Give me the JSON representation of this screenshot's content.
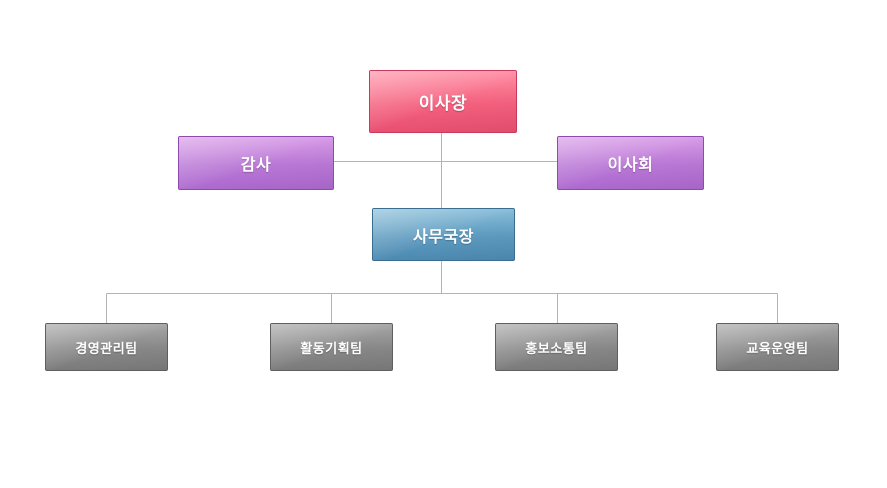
{
  "org_chart": {
    "chairman": "이사장",
    "auditor": "감사",
    "board": "이사회",
    "secretary_general": "사무국장",
    "teams": [
      "경영관리팀",
      "활동기획팀",
      "홍보소통팀",
      "교육운영팀"
    ]
  },
  "colors": {
    "chairman": "#f4607e",
    "auditor_board": "#b977d6",
    "secretary_general": "#5d9abf",
    "teams": "#888888",
    "connector": "#b3b3b3"
  }
}
